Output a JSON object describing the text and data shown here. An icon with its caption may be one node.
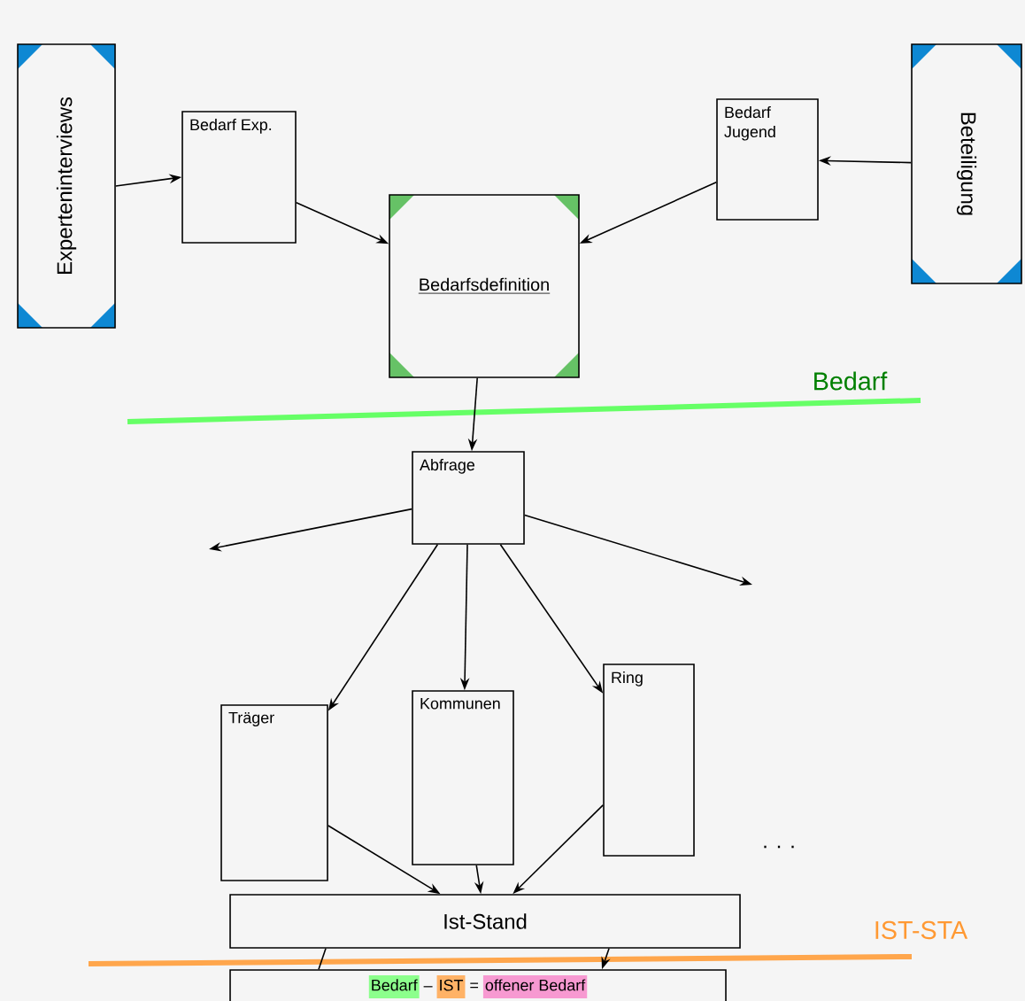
{
  "diagram": {
    "nodes": [
      {
        "text": [
          "Experteninterviews"
        ]
      },
      {
        "text": [
          "Bedarf Exp."
        ]
      },
      {
        "text": [
          "Bedarfsdefinition"
        ]
      },
      {
        "text": [
          "Bedarf Jugend"
        ]
      },
      {
        "text": [
          "Beteiligung"
        ]
      },
      {
        "text": [
          "Abfrage"
        ]
      },
      {
        "text": [
          "Träger"
        ]
      },
      {
        "text": [
          "Kommunen"
        ]
      },
      {
        "text": [
          "Ring"
        ]
      },
      {
        "text": [
          "Ist-Stand"
        ]
      },
      {
        "text": [
          "Bedarf",
          "–",
          "IST",
          "=",
          "offener Bedarf"
        ]
      }
    ],
    "edges": [
      {
        "from": 0,
        "to": 1,
        "arrow": "to"
      },
      {
        "from": 1,
        "to": 2,
        "arrow": "to"
      },
      {
        "from": 4,
        "to": 3,
        "arrow": "to"
      },
      {
        "from": 3,
        "to": 2,
        "arrow": "to"
      },
      {
        "from": 2,
        "to": 5,
        "arrow": "to"
      },
      {
        "from": 5,
        "to": null,
        "arrow": "to"
      },
      {
        "from": 5,
        "to": 6,
        "arrow": "to"
      },
      {
        "from": 5,
        "to": 7,
        "arrow": "to"
      },
      {
        "from": 5,
        "to": 8,
        "arrow": "to"
      },
      {
        "from": 5,
        "to": null,
        "arrow": "to"
      },
      {
        "from": 6,
        "to": 9,
        "arrow": "to"
      },
      {
        "from": 7,
        "to": 9,
        "arrow": "to"
      },
      {
        "from": 8,
        "to": 9,
        "arrow": "to"
      },
      {
        "from": 9,
        "to": 10,
        "arrow": "none"
      },
      {
        "from": 9,
        "to": 10,
        "arrow": "to"
      }
    ],
    "labels": [
      "Bedarf",
      "IST-STA",
      ". . ."
    ]
  }
}
